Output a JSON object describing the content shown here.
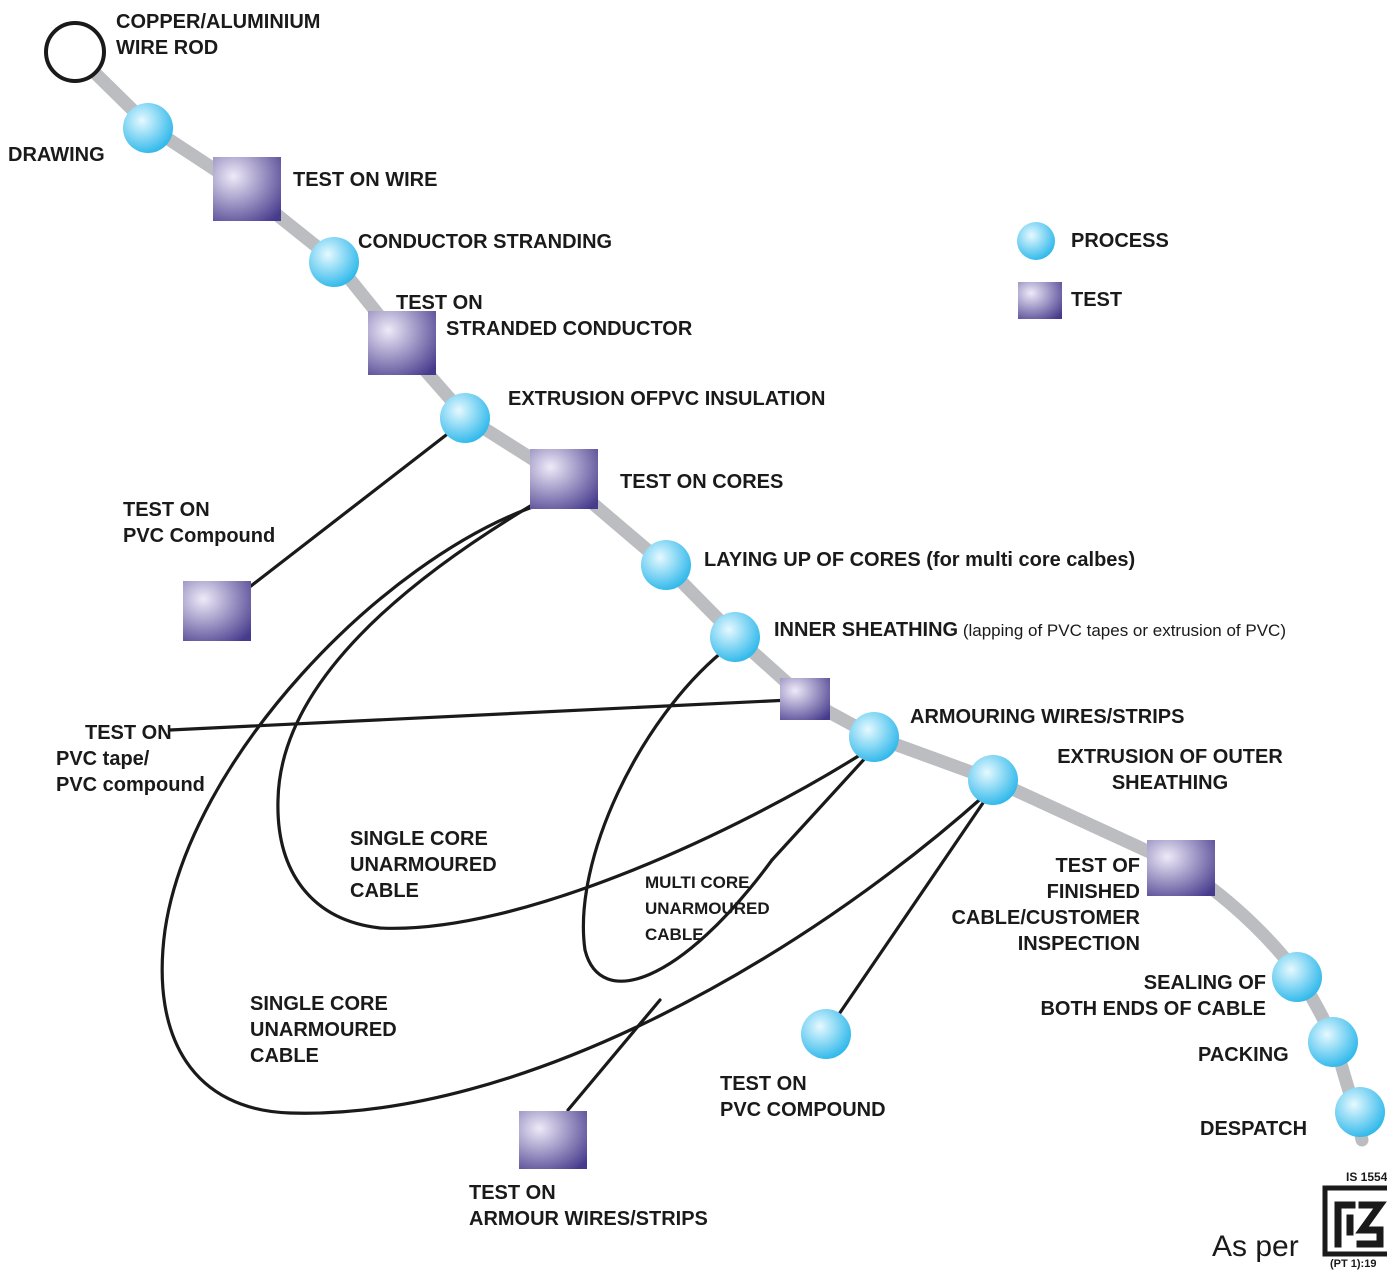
{
  "colors": {
    "path": "#bcbdc0",
    "process_light": "#e6f9ff",
    "process_dark": "#29b6ea",
    "test_light": "#eeeaf8",
    "test_dark": "#463a8c",
    "line": "#1a1a1a"
  },
  "legend": {
    "process": "PROCESS",
    "test": "TEST"
  },
  "start": {
    "line1": "COPPER/ALUMINIUM",
    "line2": "WIRE ROD"
  },
  "steps": {
    "drawing": "DRAWING",
    "test_wire": "TEST ON WIRE",
    "stranding": "CONDUCTOR STRANDING",
    "test_stranded_1": "TEST ON",
    "test_stranded_2": "STRANDED CONDUCTOR",
    "extrusion_insulation": "EXTRUSION OFPVC INSULATION",
    "test_cores": "TEST ON CORES",
    "laying_up": "LAYING UP OF CORES (for multi core calbes)",
    "inner_sheathing": "INNER SHEATHING",
    "inner_sheathing_note": " (lapping of PVC tapes or extrusion of PVC)",
    "armouring": "ARMOURING WIRES/STRIPS",
    "outer_1": "EXTRUSION OF OUTER",
    "outer_2": "SHEATHING",
    "finished_1": "TEST OF",
    "finished_2": "FINISHED",
    "finished_3": "CABLE/CUSTOMER",
    "finished_4": "INSPECTION",
    "sealing_1": "SEALING OF",
    "sealing_2": "BOTH ENDS OF CABLE",
    "packing": "PACKING",
    "despatch": "DESPATCH"
  },
  "side_tests": {
    "pvc_compound_1": "TEST ON",
    "pvc_compound_2": "PVC Compound",
    "pvc_tape_1": "TEST ON",
    "pvc_tape_2": "PVC tape/",
    "pvc_tape_3": "PVC compound",
    "armour_1": "TEST ON",
    "armour_2": "ARMOUR WIRES/STRIPS",
    "outer_compound_1": "TEST ON",
    "outer_compound_2": "PVC COMPOUND"
  },
  "branches": {
    "single_upper_1": "SINGLE CORE",
    "single_upper_2": "UNARMOURED",
    "single_upper_3": "CABLE",
    "multi_1": "MULTI CORE",
    "multi_2": "UNARMOURED",
    "multi_3": "CABLE",
    "single_lower_1": "SINGLE CORE",
    "single_lower_2": "UNARMOURED",
    "single_lower_3": "CABLE"
  },
  "footer": {
    "as_per": "As per",
    "standard_code": "IS 1554",
    "standard_part": "(PT 1):19"
  }
}
